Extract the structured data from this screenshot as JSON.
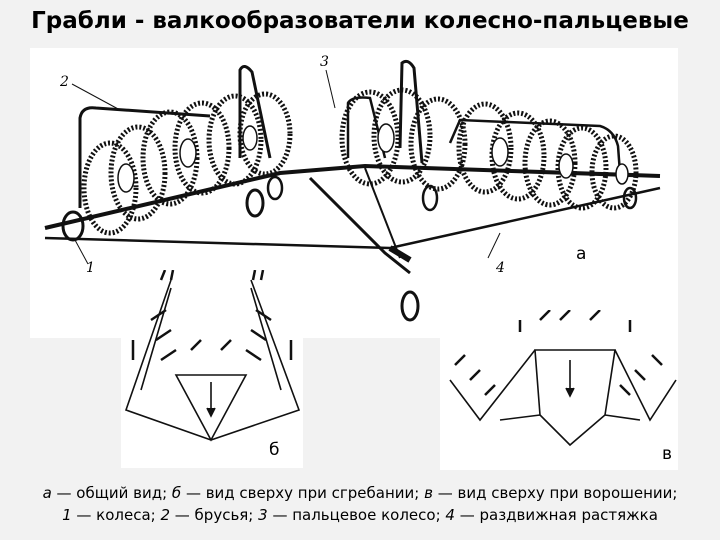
{
  "title": "Грабли - валкообразователи колесно-пальцевые",
  "figures": {
    "a": "а",
    "b": "б",
    "v": "в"
  },
  "callouts": {
    "c1": "1",
    "c2": "2",
    "c3": "3",
    "c4": "4"
  },
  "caption": {
    "a_letter": "а",
    "a_text": " — общий вид; ",
    "b_letter": "б",
    "b_text": " — вид сверху при сгребании; ",
    "v_letter": "в",
    "v_text": " — вид сверху при ворошении;",
    "n1": "1",
    "t1": " — колеса; ",
    "n2": "2",
    "t2": " — брусья; ",
    "n3": "3",
    "t3": " — пальцевое колесо; ",
    "n4": "4",
    "t4": " — раздвижная растяжка"
  }
}
